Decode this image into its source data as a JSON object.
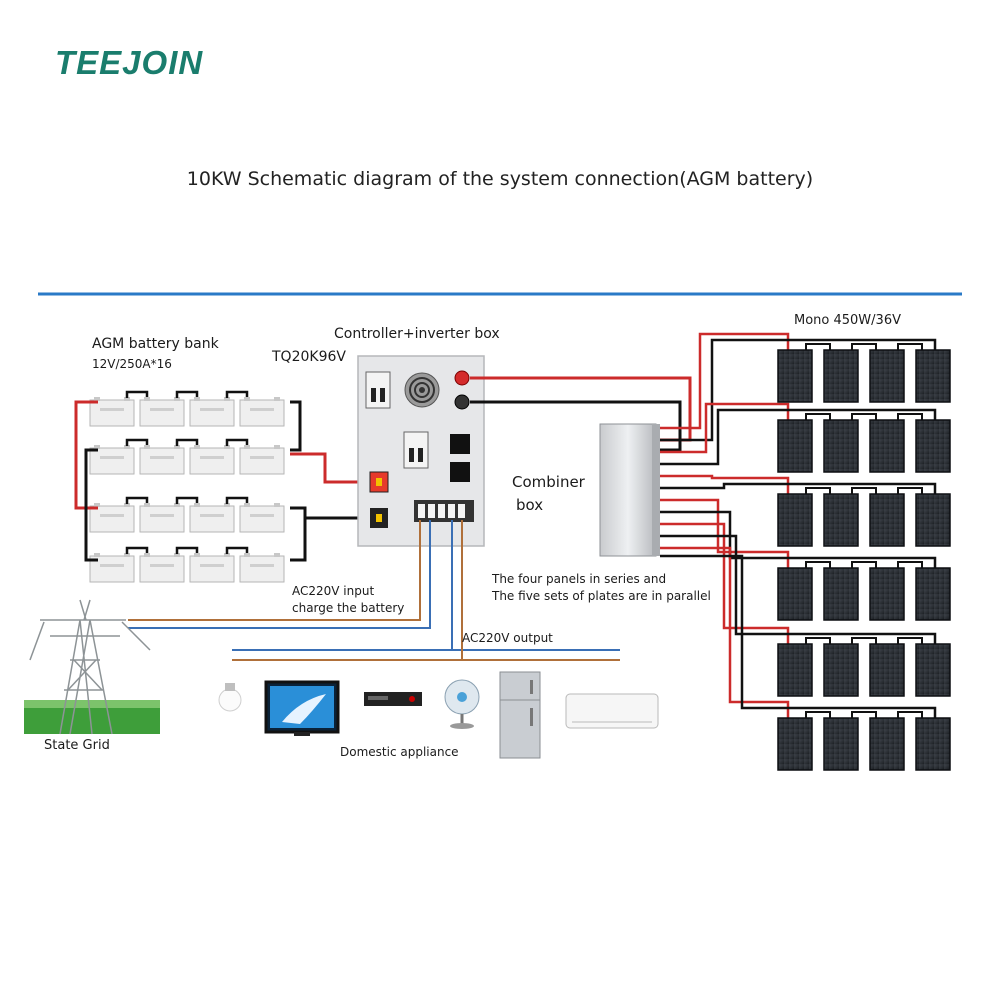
{
  "brand": {
    "logo_text": "TEEJOIN",
    "color": "#1a7d6d"
  },
  "title": "10KW Schematic diagram of the system connection(AGM battery)",
  "battery_bank": {
    "label": "AGM battery bank",
    "spec": "12V/250A*16",
    "rows": 4,
    "per_row": 4
  },
  "inverter": {
    "label": "Controller+inverter box",
    "model": "TQ20K96V"
  },
  "combiner": {
    "label_line1": "Combiner",
    "label_line2": "box"
  },
  "panels": {
    "label": "Mono 450W/36V",
    "rows": 6,
    "per_row": 4
  },
  "notes": {
    "ac_input_line1": "AC220V input",
    "ac_input_line2": "charge the battery",
    "series_line1": "The four panels in series and",
    "series_line2": "The five sets of plates are in parallel",
    "ac_output": "AC220V output"
  },
  "grid": {
    "label": "State Grid"
  },
  "appliances": {
    "label": "Domestic appliance",
    "items": [
      "bulb-icon",
      "tv-icon",
      "dvd-player-icon",
      "fan-icon",
      "fridge-icon",
      "air-conditioner-icon"
    ]
  },
  "colors": {
    "positive": "#cc2b2b",
    "negative": "#111111",
    "ac_blue": "#3a6fb5",
    "ac_brown": "#b0703a",
    "divider": "#2a7ac7"
  }
}
